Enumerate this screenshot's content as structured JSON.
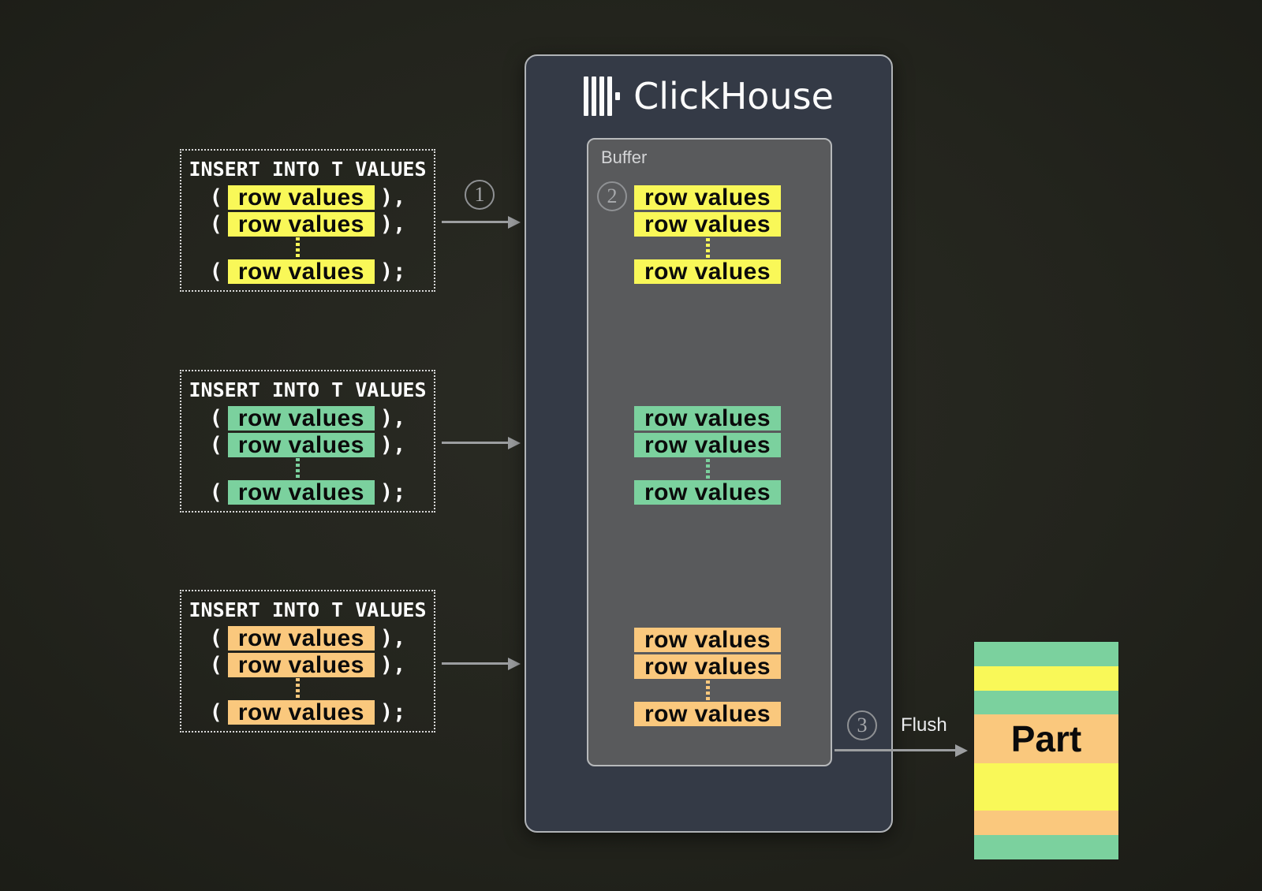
{
  "palette": {
    "yellow": "#f9f858",
    "green": "#7bd19e",
    "orange": "#fac87d",
    "arrow_gray": "#9c9ea0",
    "clickhouse_panel_fill": "#343a46",
    "buffer_panel_fill": "#595a5c",
    "background": "#23241d",
    "text_light": "#ffffff",
    "text_dark": "#0b0b0b"
  },
  "steps": [
    {
      "number": "1"
    },
    {
      "number": "2"
    },
    {
      "number": "3"
    }
  ],
  "insert_queries": [
    {
      "title": "INSERT INTO T VALUES",
      "color": "yellow",
      "rows": [
        "row values",
        "row values",
        "row values"
      ],
      "open_paren": "(",
      "close_comma": "),",
      "close_semicolon": ");"
    },
    {
      "title": "INSERT INTO T VALUES",
      "color": "green",
      "rows": [
        "row values",
        "row values",
        "row values"
      ],
      "open_paren": "(",
      "close_comma": "),",
      "close_semicolon": ");"
    },
    {
      "title": "INSERT INTO T VALUES",
      "color": "orange",
      "rows": [
        "row values",
        "row values",
        "row values"
      ],
      "open_paren": "(",
      "close_comma": "),",
      "close_semicolon": ");"
    }
  ],
  "clickhouse": {
    "title": "ClickHouse",
    "logo_icon": "clickhouse-bars-logo"
  },
  "buffer": {
    "label": "Buffer",
    "groups": [
      {
        "color": "yellow",
        "rows": [
          "row values",
          "row values",
          "row values"
        ]
      },
      {
        "color": "green",
        "rows": [
          "row values",
          "row values",
          "row values"
        ]
      },
      {
        "color": "orange",
        "rows": [
          "row values",
          "row values",
          "row values"
        ]
      }
    ]
  },
  "flush": {
    "label": "Flush"
  },
  "part": {
    "label": "Part",
    "stripes": [
      "green",
      "yellow",
      "green",
      "orange",
      "yellow",
      "orange",
      "green"
    ]
  },
  "icons": {
    "ellipsis": "vertical-ellipsis-dots"
  }
}
